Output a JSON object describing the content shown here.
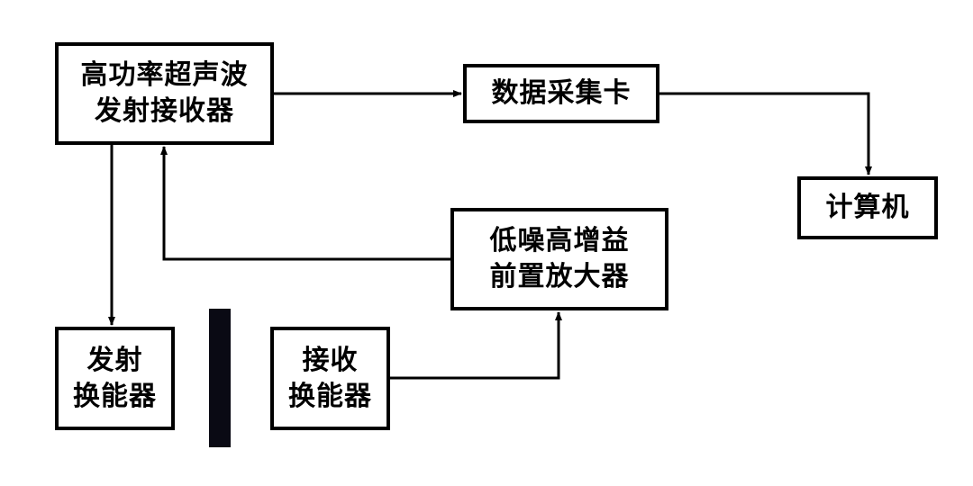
{
  "colors": {
    "line": "#000000",
    "box_fill": "#ffffff",
    "sample_bar": "#0a0a14"
  },
  "nodes": {
    "transceiver": {
      "line1": "高功率超声波",
      "line2": "发射接收器"
    },
    "daq_card": {
      "label": "数据采集卡"
    },
    "computer": {
      "label": "计算机"
    },
    "preamplifier": {
      "line1": "低噪高增益",
      "line2": "前置放大器"
    },
    "transmit_transducer": {
      "line1": "发射",
      "line2": "换能器"
    },
    "receive_transducer": {
      "line1": "接收",
      "line2": "换能器"
    }
  },
  "edges": [
    {
      "from": "transceiver",
      "to": "daq_card"
    },
    {
      "from": "daq_card",
      "to": "computer"
    },
    {
      "from": "transceiver",
      "to": "transmit_transducer"
    },
    {
      "from": "preamplifier",
      "to": "transceiver"
    },
    {
      "from": "receive_transducer",
      "to": "preamplifier"
    }
  ]
}
